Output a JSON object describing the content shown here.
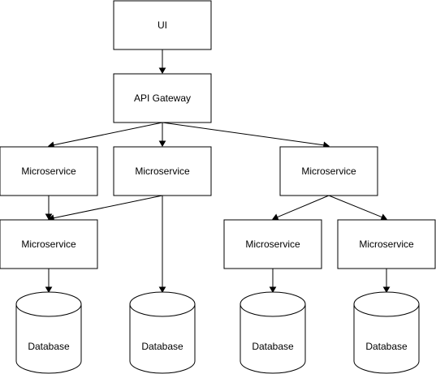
{
  "nodes": {
    "ui": {
      "label": "UI"
    },
    "gateway": {
      "label": "API Gateway"
    },
    "ms1": {
      "label": "Microservice"
    },
    "ms2": {
      "label": "Microservice"
    },
    "ms3": {
      "label": "Microservice"
    },
    "ms4": {
      "label": "Microservice"
    },
    "ms5": {
      "label": "Microservice"
    },
    "ms6": {
      "label": "Microservice"
    },
    "db1": {
      "label": "Database"
    },
    "db2": {
      "label": "Database"
    },
    "db3": {
      "label": "Database"
    },
    "db4": {
      "label": "Database"
    }
  },
  "edges": [
    {
      "from": "ui",
      "to": "gateway"
    },
    {
      "from": "gateway",
      "to": "ms1"
    },
    {
      "from": "gateway",
      "to": "ms2"
    },
    {
      "from": "gateway",
      "to": "ms3"
    },
    {
      "from": "ms1",
      "to": "ms4"
    },
    {
      "from": "ms2",
      "to": "ms4"
    },
    {
      "from": "ms2",
      "to": "db2"
    },
    {
      "from": "ms3",
      "to": "ms5"
    },
    {
      "from": "ms3",
      "to": "ms6"
    },
    {
      "from": "ms4",
      "to": "db1"
    },
    {
      "from": "ms5",
      "to": "db3"
    },
    {
      "from": "ms6",
      "to": "db4"
    }
  ],
  "colors": {
    "stroke": "#000000",
    "fill": "#ffffff",
    "text": "#000000"
  }
}
